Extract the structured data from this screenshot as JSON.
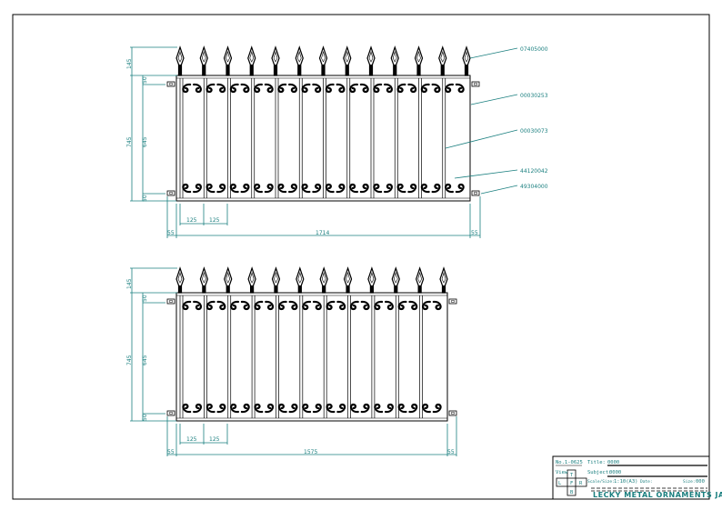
{
  "drawing": {
    "colors": {
      "line": "#000000",
      "dimension": "#1a7f7f"
    },
    "part_labels": [
      "07405000",
      "00030253",
      "00030073",
      "44120042",
      "49304000"
    ],
    "fence_top": {
      "dims_vertical": {
        "spike": "145",
        "top_offset": "50",
        "inner": "645",
        "total": "745",
        "bottom_offset": "50"
      },
      "dims_horizontal": {
        "pitch_1": "125",
        "pitch_2": "125",
        "left_end": "55",
        "length": "1714",
        "right_end": "55"
      }
    },
    "fence_bottom": {
      "dims_vertical": {
        "spike": "145",
        "top_offset": "50",
        "inner": "645",
        "total": "745",
        "bottom_offset": "50"
      },
      "dims_horizontal": {
        "pitch_1": "125",
        "pitch_2": "125",
        "left_end": "55",
        "length": "1575",
        "right_end": "55"
      }
    }
  },
  "title_block": {
    "number": "No.1-0625",
    "title_label": "Title:",
    "title_value": "0000",
    "subject_label": "Subject:",
    "subject_value": "0000",
    "view_label": "View",
    "view_t": "T",
    "view_l": "L",
    "view_f": "F",
    "view_r": "R",
    "view_b": "B",
    "scale_label": "Scale/Size:",
    "scale_value": "1:10(A3)",
    "date_label": "Date:",
    "size_label": "Size:",
    "size_value": "000",
    "company": "LECKY METAL ORNAMENTS JAPAN"
  }
}
